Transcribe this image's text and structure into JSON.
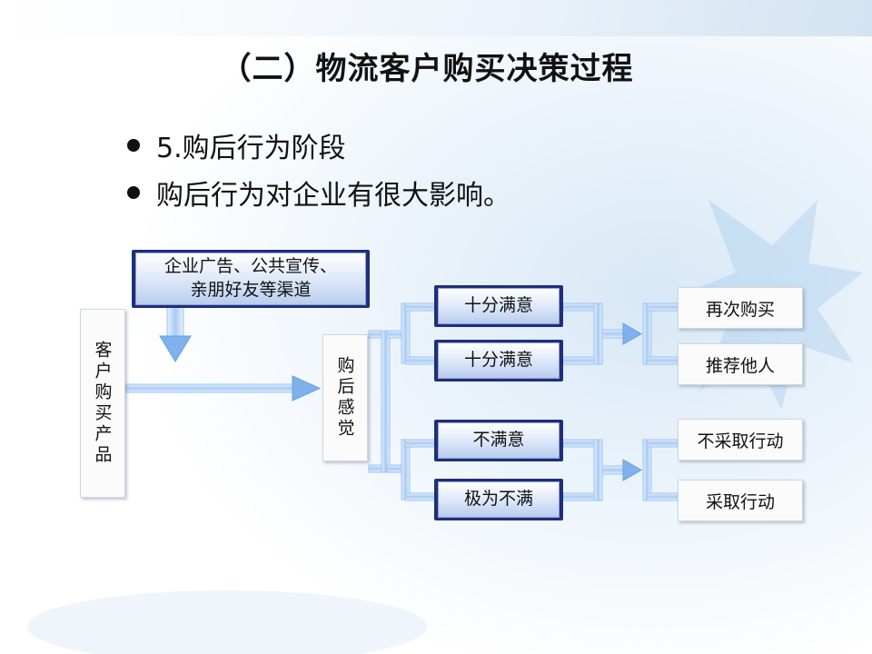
{
  "slide": {
    "title": "（二）物流客户购买决策过程",
    "bullets": [
      "5.购后行为阶段",
      "购后行为对企业有很大影响。"
    ]
  },
  "diagram": {
    "source_box": "企业广告、公共宣传、\n亲朋好友等渠道",
    "customer_box": "客户购买产品",
    "feeling_box": "购后感觉",
    "positive_feelings": [
      "十分满意",
      "十分满意"
    ],
    "negative_feelings": [
      "不满意",
      "极为不满"
    ],
    "positive_outcomes": [
      "再次购买",
      "推荐他人"
    ],
    "negative_outcomes": [
      "不采取行动",
      "采取行动"
    ]
  },
  "colors": {
    "navy_border": "#1f2f7a",
    "connector_light": "#cfe3fb",
    "connector_mid": "#8fbaf0",
    "arrow_blue": "#6fa8ea"
  }
}
